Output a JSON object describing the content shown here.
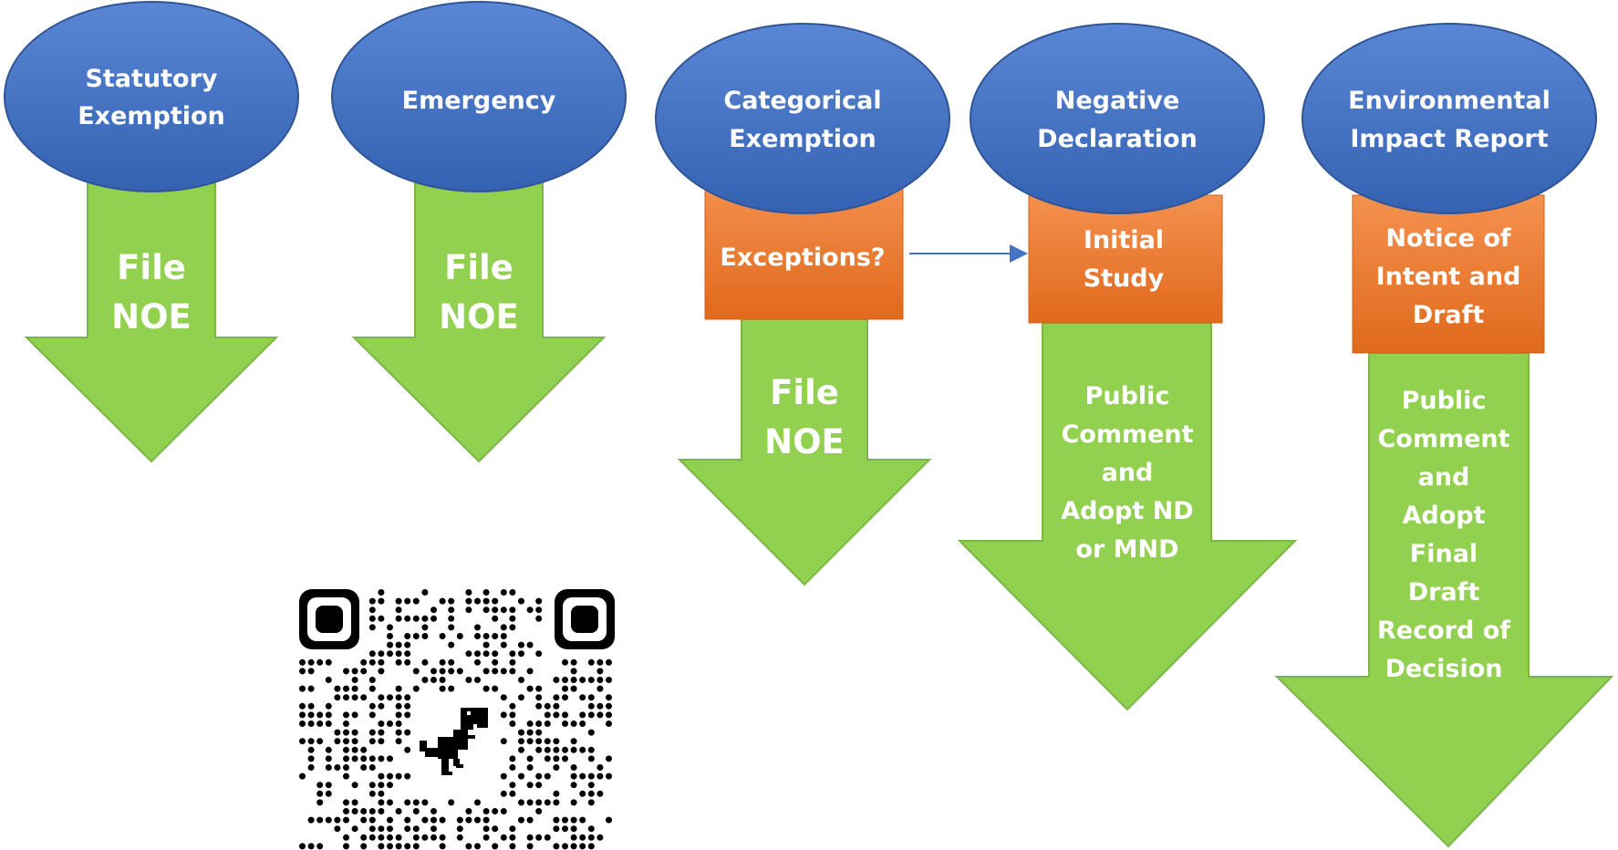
{
  "columns": [
    {
      "id": "statutory",
      "ellipse_lines": [
        "Statutory",
        "Exemption"
      ],
      "box_lines": [],
      "arrow_lines": [
        "File",
        "NOE"
      ]
    },
    {
      "id": "emergency",
      "ellipse_lines": [
        "Emergency"
      ],
      "box_lines": [],
      "arrow_lines": [
        "File",
        "NOE"
      ]
    },
    {
      "id": "categorical",
      "ellipse_lines": [
        "Categorical",
        "Exemption"
      ],
      "box_lines": [
        "Exceptions?"
      ],
      "arrow_lines": [
        "File",
        "NOE"
      ]
    },
    {
      "id": "negative",
      "ellipse_lines": [
        "Negative",
        "Declaration"
      ],
      "box_lines": [
        "Initial",
        "Study"
      ],
      "arrow_lines": [
        "Public",
        "Comment",
        "and",
        "Adopt ND",
        "or MND"
      ]
    },
    {
      "id": "eir",
      "ellipse_lines": [
        "Environmental",
        "Impact Report"
      ],
      "box_lines": [
        "Notice of",
        "Intent and",
        "Draft"
      ],
      "arrow_lines": [
        "Public",
        "Comment",
        "and",
        "Adopt",
        "Final",
        "Draft",
        "Record of",
        "Decision"
      ]
    }
  ],
  "qr_code": {
    "icon": "dinosaur-icon"
  },
  "colors": {
    "ellipse": "#4472c4",
    "ellipse_dark": "#3561b2",
    "box": "#ed7d31",
    "box_dark": "#d96a1e",
    "arrow": "#92d050",
    "arrow_border": "#7ab648",
    "connector": "#4472c4",
    "text": "#ffffff"
  }
}
